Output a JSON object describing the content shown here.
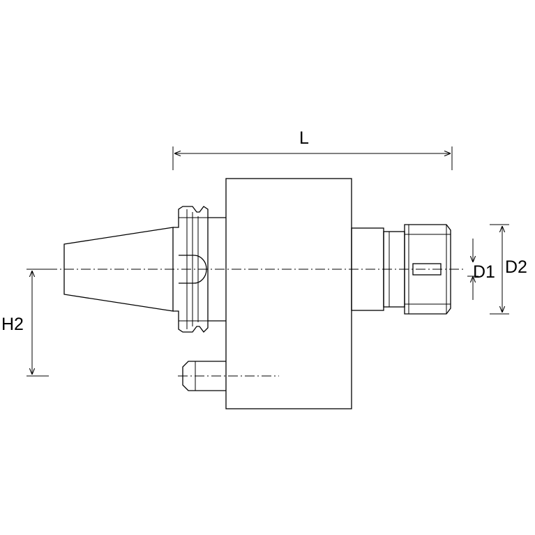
{
  "dimensions": {
    "length_label": "L",
    "height_label": "H2",
    "inner_diameter_label": "D1",
    "outer_diameter_label": "D2"
  },
  "colors": {
    "line": "#000000",
    "background": "#ffffff"
  }
}
